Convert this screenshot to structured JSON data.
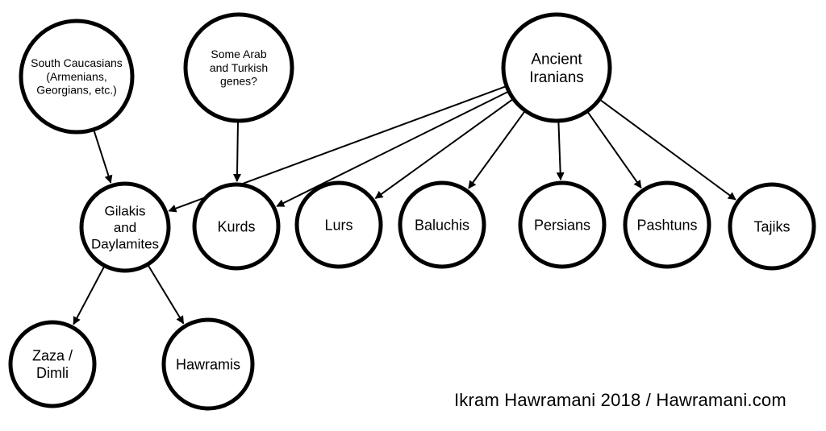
{
  "nodes": [
    {
      "id": "caucasians",
      "lines": [
        "South Caucasians",
        "(Armenians,",
        "Georgians, etc.)"
      ]
    },
    {
      "id": "arab",
      "lines": [
        "Some Arab",
        "and Turkish",
        "genes?"
      ]
    },
    {
      "id": "ancient",
      "lines": [
        "Ancient",
        "Iranians"
      ]
    },
    {
      "id": "gilakis",
      "lines": [
        "Gilakis",
        "and",
        "Daylamites"
      ]
    },
    {
      "id": "kurds",
      "lines": [
        "Kurds"
      ]
    },
    {
      "id": "lurs",
      "lines": [
        "Lurs"
      ]
    },
    {
      "id": "baluchis",
      "lines": [
        "Baluchis"
      ]
    },
    {
      "id": "persians",
      "lines": [
        "Persians"
      ]
    },
    {
      "id": "pashtuns",
      "lines": [
        "Pashtuns"
      ]
    },
    {
      "id": "tajiks",
      "lines": [
        "Tajiks"
      ]
    },
    {
      "id": "zaza",
      "lines": [
        "Zaza /",
        "Dimli"
      ]
    },
    {
      "id": "hawramis",
      "lines": [
        "Hawramis"
      ]
    }
  ],
  "edges": [
    {
      "from": "ancient",
      "to": "gilakis"
    },
    {
      "from": "ancient",
      "to": "kurds"
    },
    {
      "from": "ancient",
      "to": "lurs"
    },
    {
      "from": "ancient",
      "to": "baluchis"
    },
    {
      "from": "ancient",
      "to": "persians"
    },
    {
      "from": "ancient",
      "to": "pashtuns"
    },
    {
      "from": "ancient",
      "to": "tajiks"
    },
    {
      "from": "caucasians",
      "to": "gilakis"
    },
    {
      "from": "arab",
      "to": "kurds"
    },
    {
      "from": "gilakis",
      "to": "zaza"
    },
    {
      "from": "gilakis",
      "to": "hawramis"
    }
  ],
  "credit": "Ikram Hawramani 2018 / Hawramani.com"
}
